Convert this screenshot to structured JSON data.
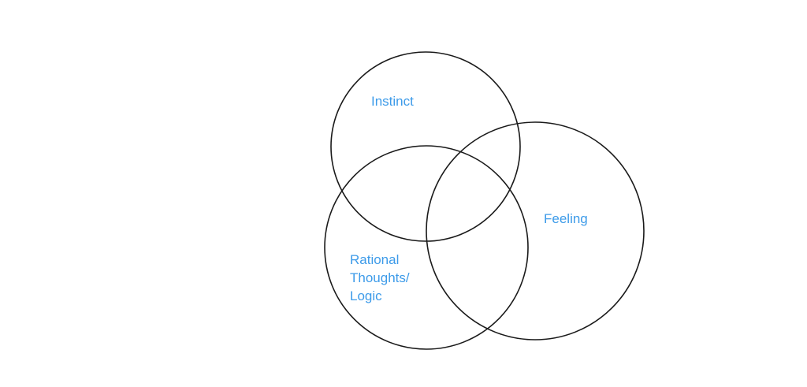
{
  "diagram": {
    "type": "venn",
    "sets": [
      {
        "id": "instinct",
        "label_lines": [
          "Instinct"
        ]
      },
      {
        "id": "feeling",
        "label_lines": [
          "Feeling"
        ]
      },
      {
        "id": "rational",
        "label_lines": [
          "Rational",
          "Thoughts/",
          "Logic"
        ]
      }
    ],
    "colors": {
      "label": "#3d9be9",
      "outline": "#1a1a1a",
      "background": "#ffffff"
    }
  }
}
